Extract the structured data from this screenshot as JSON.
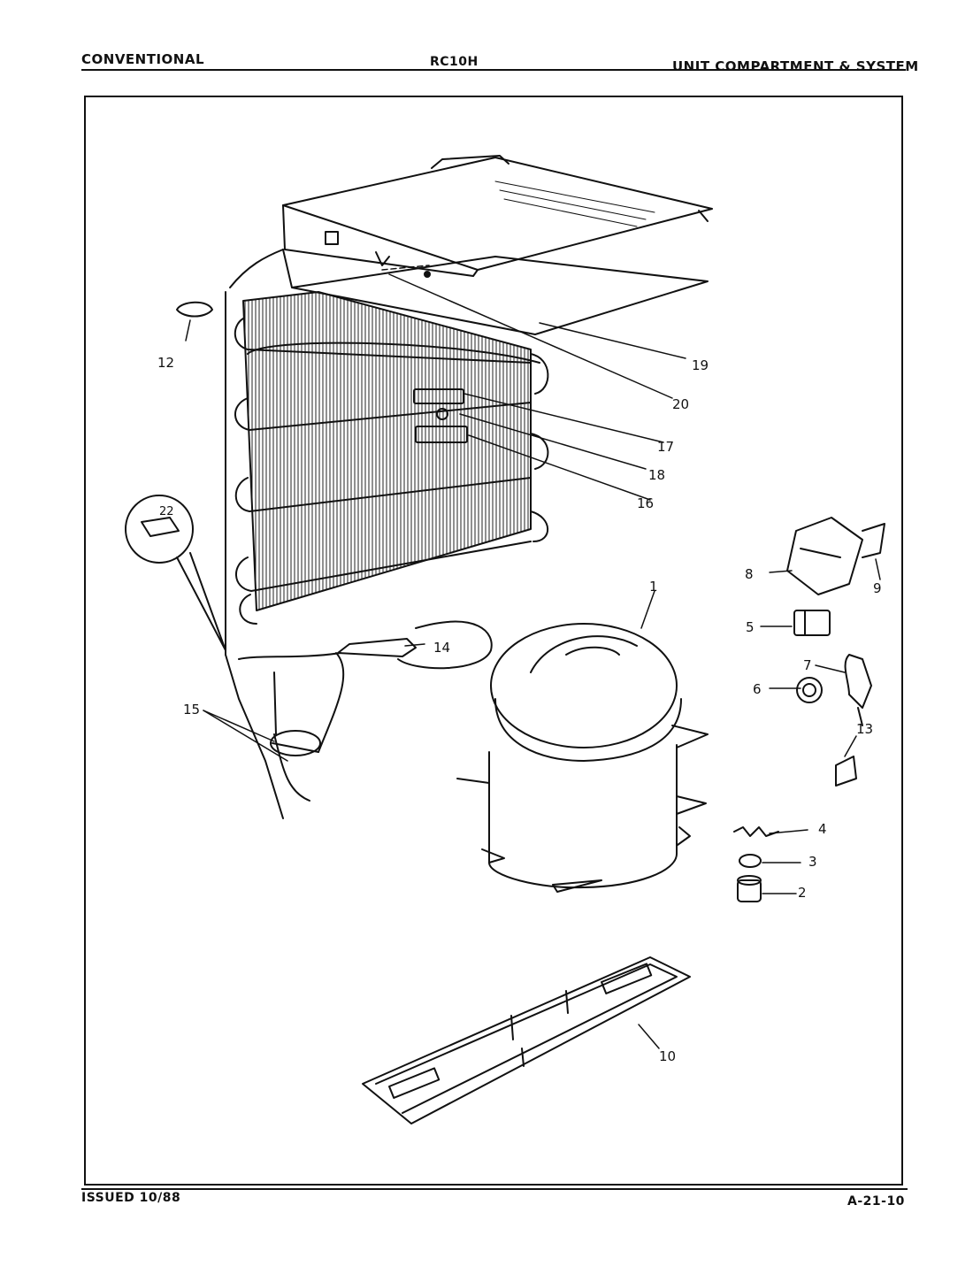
{
  "header": {
    "left": "CONVENTIONAL",
    "center": "RC10H",
    "right": "UNIT COMPARTMENT & SYSTEM"
  },
  "footer": {
    "left": "ISSUED 10/88",
    "right": "A-21-10"
  },
  "callouts": {
    "c1": "1",
    "c2": "2",
    "c3": "3",
    "c4": "4",
    "c5": "5",
    "c6": "6",
    "c7": "7",
    "c8": "8",
    "c9": "9",
    "c10": "10",
    "c12": "12",
    "c13": "13",
    "c14": "14",
    "c15": "15",
    "c16": "16",
    "c17": "17",
    "c18": "18",
    "c19": "19",
    "c20": "20",
    "c22": "22"
  }
}
